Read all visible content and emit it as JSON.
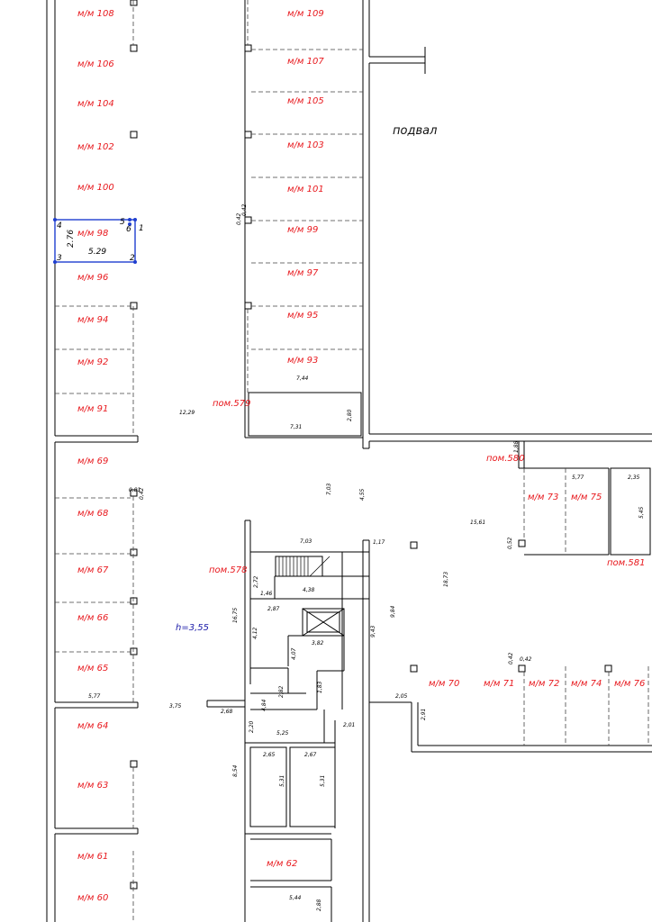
{
  "title": "подвал",
  "height_note": "h=3,55",
  "parking_spaces": [
    "м/м 108",
    "м/м 109",
    "м/м 106",
    "м/м 107",
    "м/м 104",
    "м/м 105",
    "м/м 102",
    "м/м 103",
    "м/м 100",
    "м/м 101",
    "м/м 98",
    "м/м 99",
    "м/м 96",
    "м/м 97",
    "м/м 94",
    "м/м 95",
    "м/м 92",
    "м/м 93",
    "м/м 91",
    "м/м 69",
    "м/м 68",
    "м/м 67",
    "м/м 66",
    "м/м 65",
    "м/м 64",
    "м/м 63",
    "м/м 61",
    "м/м 60",
    "м/м 62",
    "м/м 73",
    "м/м 75",
    "м/м 70",
    "м/м 71",
    "м/м 72",
    "м/м 74",
    "м/м 76"
  ],
  "rooms": [
    "пом.579",
    "пом.580",
    "пом.581",
    "пом.578"
  ],
  "selection": {
    "corners": [
      "1",
      "2",
      "3",
      "4",
      "5",
      "6"
    ],
    "width": "5.29",
    "height": "2.76"
  },
  "dimensions": [
    "7,44",
    "7,31",
    "2,80",
    "12,29",
    "1,88",
    "5,77",
    "2,35",
    "5,45",
    "0,81",
    "0,42",
    "7,03",
    "4,55",
    "15,61",
    "0,52",
    "18,73",
    "7,03",
    "1,17",
    "2,72",
    "1,46",
    "4,38",
    "16,75",
    "2,87",
    "4,12",
    "9,84",
    "9,43",
    "4,07",
    "3,82",
    "0,42",
    "0,42",
    "2,05",
    "2,91",
    "1,83",
    "2,82",
    "4,84",
    "5,77",
    "3,75",
    "2,68",
    "2,20",
    "5,25",
    "2,01",
    "2,65",
    "2,67",
    "8,54",
    "5,31",
    "5,31",
    "5,44",
    "2,88",
    "0,42",
    "0,42"
  ]
}
